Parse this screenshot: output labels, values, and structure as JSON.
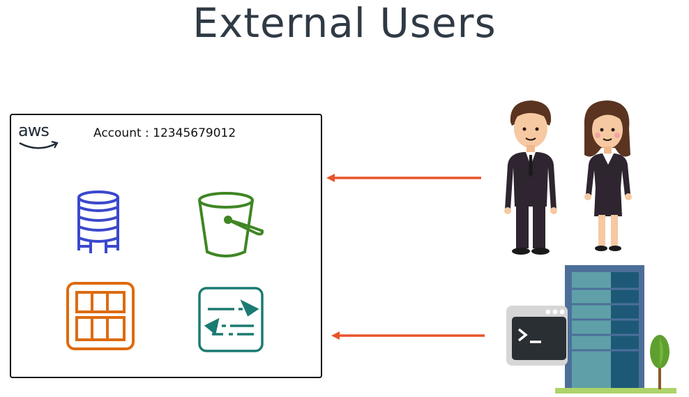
{
  "title": "External Users",
  "account": {
    "logo_text": "aws",
    "label": "Account : 12345679012"
  },
  "colors": {
    "title": "#2f3a45",
    "arrow": "#e8542a",
    "database": "#3b48cc",
    "bucket": "#3f8624",
    "table": "#dd6b10",
    "transfer": "#1b7b72"
  },
  "icons": [
    "database-icon",
    "s3-bucket-icon",
    "table-icon",
    "transfer-icon",
    "user-icon",
    "terminal-icon",
    "building-icon",
    "tree-icon"
  ]
}
